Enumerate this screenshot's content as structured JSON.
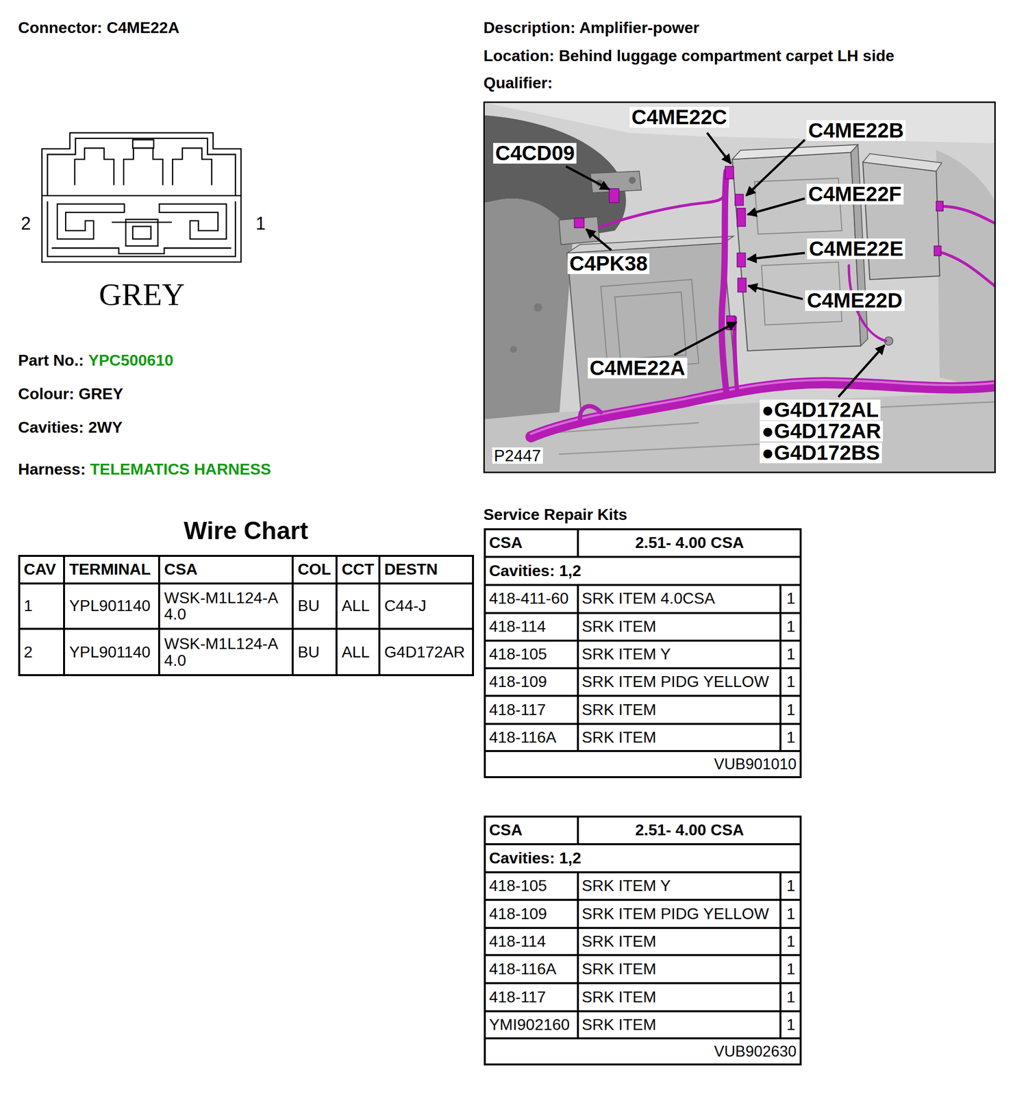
{
  "diagram": {
    "nodes": [
      {
        "text": [
          "C4ME22C",
          "C4ME22B",
          "C4CD09",
          "C4ME22F",
          "C4PK38",
          "C4ME22E",
          "C4ME22D",
          "C4ME22A",
          "●G4D172AL",
          "●G4D172AR",
          "●G4D172BS",
          "P2447"
        ]
      }
    ],
    "labels": [
      "Connector: C4ME22A",
      "Description: Amplifier-power",
      "Location: Behind luggage compartment carpet LH side",
      "Qualifier:",
      "2",
      "1",
      "GREY",
      "Part No.:",
      "YPC500610",
      "Colour: GREY",
      "Cavities: 2WY",
      "Harness:",
      "TELEMATICS HARNESS",
      "Wire Chart",
      "CAV",
      "TERMINAL",
      "CSA",
      "COL",
      "CCT",
      "DESTN",
      "1",
      "YPL901140",
      "WSK-M1L124-A 4.0",
      "BU",
      "ALL",
      "C44-J",
      "2",
      "YPL901140",
      "WSK-M1L124-A 4.0",
      "BU",
      "ALL",
      "G4D172AR",
      "Service Repair Kits",
      "CSA",
      "2.51- 4.00 CSA",
      "Cavities: 1,2",
      "418-411-60",
      "SRK ITEM 4.0CSA",
      "1",
      "418-114",
      "SRK ITEM",
      "1",
      "418-105",
      "SRK ITEM Y",
      "1",
      "418-109",
      "SRK ITEM PIDG YELLOW",
      "1",
      "418-117",
      "SRK ITEM",
      "1",
      "418-116A",
      "SRK ITEM",
      "1",
      "VUB901010",
      "CSA",
      "2.51- 4.00 CSA",
      "Cavities: 1,2",
      "418-105",
      "SRK ITEM Y",
      "1",
      "418-109",
      "SRK ITEM PIDG YELLOW",
      "1",
      "418-114",
      "SRK ITEM",
      "1",
      "418-116A",
      "SRK ITEM",
      "1",
      "418-117",
      "SRK ITEM",
      "1",
      "YMI902160",
      "SRK ITEM",
      "1",
      "VUB902630"
    ]
  }
}
